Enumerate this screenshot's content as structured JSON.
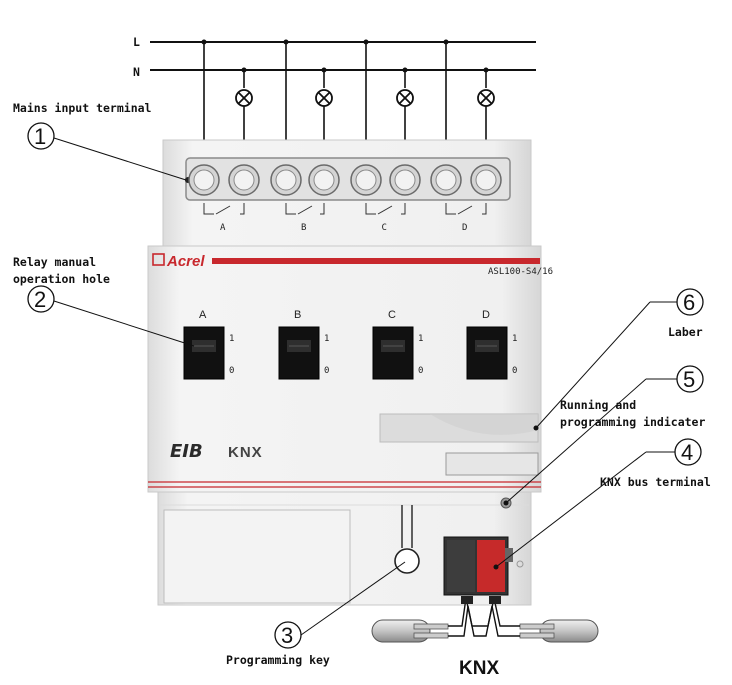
{
  "lines": {
    "l": "L",
    "n": "N"
  },
  "terminal_labels": [
    "A",
    "B",
    "C",
    "D"
  ],
  "brand": {
    "name": "Acrel",
    "model": "ASL100-S4/16"
  },
  "switches": [
    {
      "label": "A",
      "on": "1",
      "off": "0"
    },
    {
      "label": "B",
      "on": "1",
      "off": "0"
    },
    {
      "label": "C",
      "on": "1",
      "off": "0"
    },
    {
      "label": "D",
      "on": "1",
      "off": "0"
    }
  ],
  "logos": {
    "eib": "EIB",
    "knx": "KNX"
  },
  "bus_label": "KNX",
  "callouts": [
    {
      "num": "1",
      "text": [
        "Mains input terminal"
      ]
    },
    {
      "num": "2",
      "text": [
        "Relay manual",
        "operation hole"
      ]
    },
    {
      "num": "3",
      "text": [
        "Programming key"
      ]
    },
    {
      "num": "4",
      "text": [
        "KNX bus terminal"
      ]
    },
    {
      "num": "5",
      "text": [
        "Running and",
        "programming indicater"
      ]
    },
    {
      "num": "6",
      "text": [
        "Laber"
      ]
    }
  ],
  "colors": {
    "accent_red": "#c8282d",
    "body_gray": "#eeeeee",
    "knx_red": "#c62a2a"
  }
}
